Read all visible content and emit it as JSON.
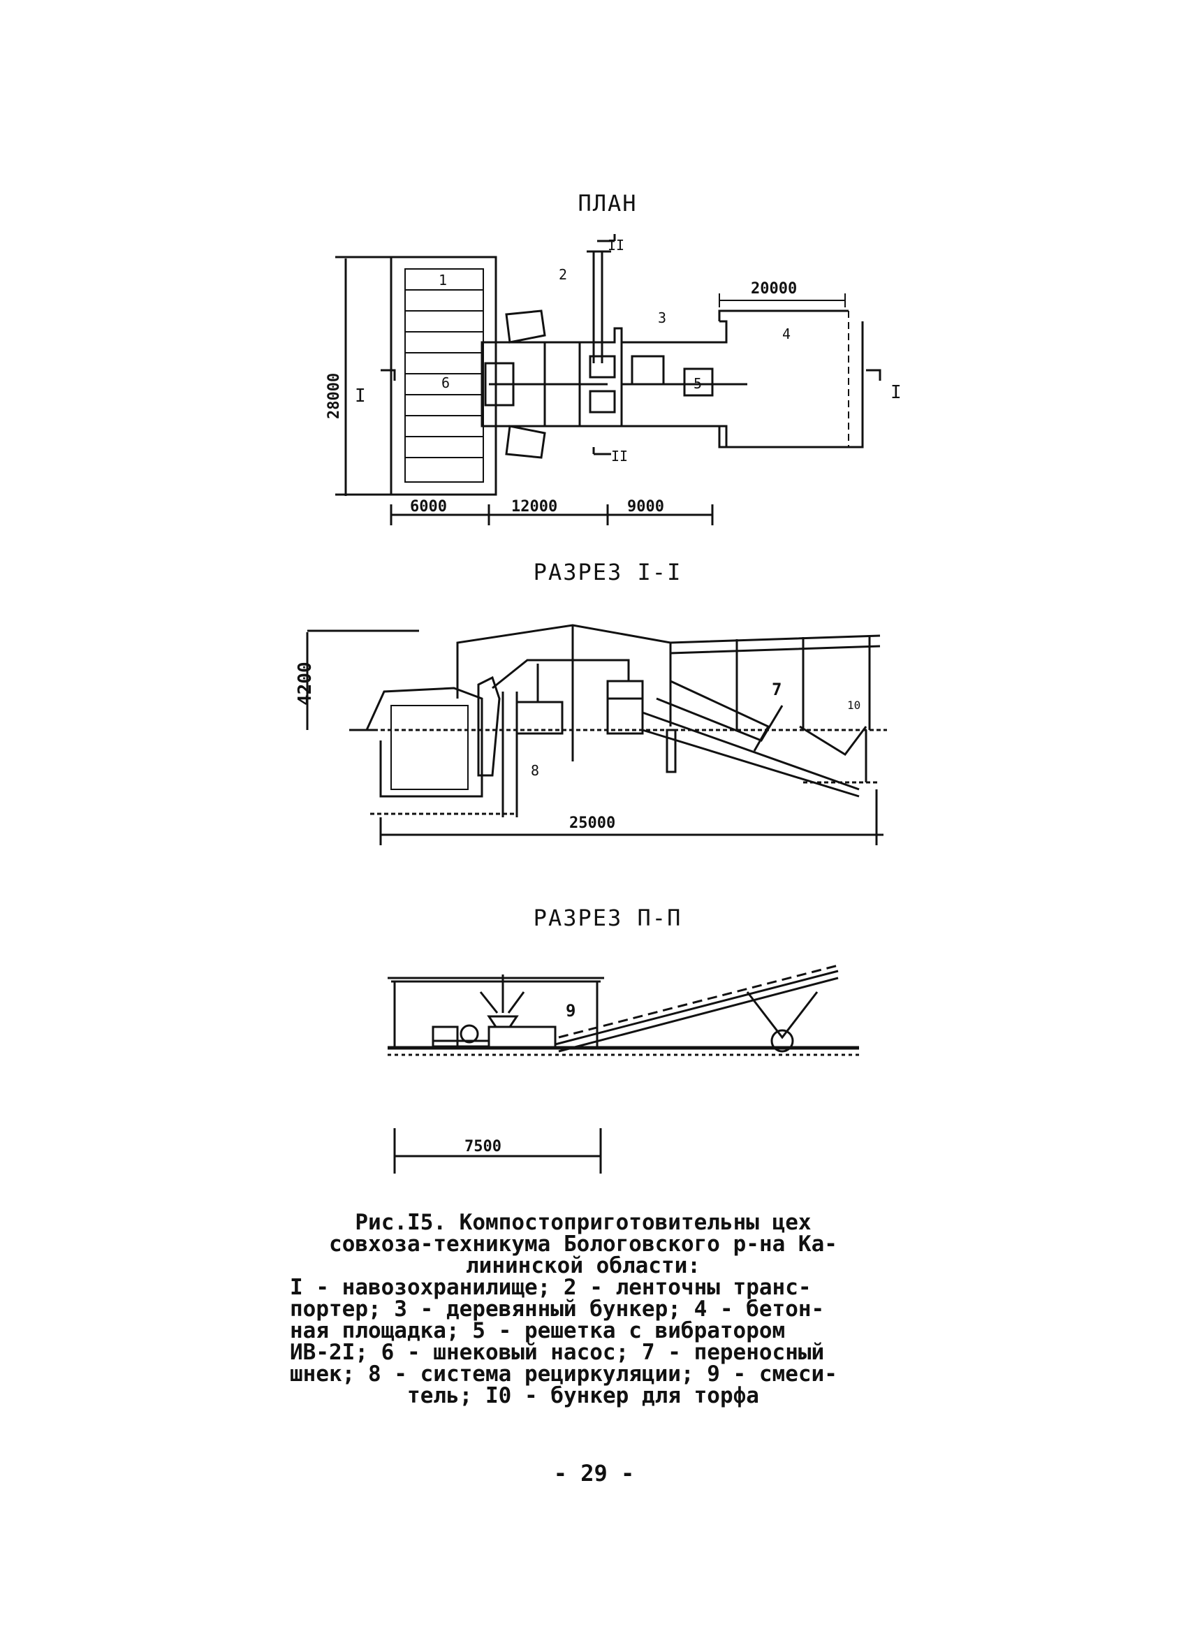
{
  "titles": {
    "plan": "ПЛАН",
    "section1": "РАЗРЕЗ I-I",
    "section2": "РАЗРЕЗ П-П"
  },
  "plan": {
    "dims": {
      "height": "28000",
      "top_right": "20000",
      "bottom_a": "6000",
      "bottom_b": "12000",
      "bottom_c": "9000"
    },
    "markers": {
      "sec1_left": "I",
      "sec1_right": "I",
      "sec2_top": "II",
      "sec2_bottom": "II"
    },
    "callouts": {
      "n1": "1",
      "n2": "2",
      "n3": "3",
      "n4": "4",
      "n5": "5",
      "n6": "6"
    }
  },
  "section1": {
    "dims": {
      "height": "4200",
      "length": "25000"
    },
    "callouts": {
      "n7": "7",
      "n8": "8",
      "n10": "10"
    }
  },
  "section2": {
    "dims": {
      "length": "7500"
    },
    "callouts": {
      "n9": "9"
    }
  },
  "caption": {
    "title_line1": "Рис.I5. Компостоприготовительны цех",
    "title_line2": "совхоза-техникума Бологовского р-на Ка-",
    "title_line3": "лининской области:",
    "legend_line1": "I - навозохранилище; 2 - ленточны транс-",
    "legend_line2": "портер; 3 - деревянный бункер; 4 - бетон-",
    "legend_line3": "ная площадка; 5 - решетка с вибратором",
    "legend_line4": "ИВ-2I; 6 - шнековый насос; 7 - переносный",
    "legend_line5": "шнек; 8 - система рециркуляции; 9 - смеси-",
    "legend_line6": "тель; I0 - бункер для торфа"
  },
  "page_number": "- 29 -"
}
